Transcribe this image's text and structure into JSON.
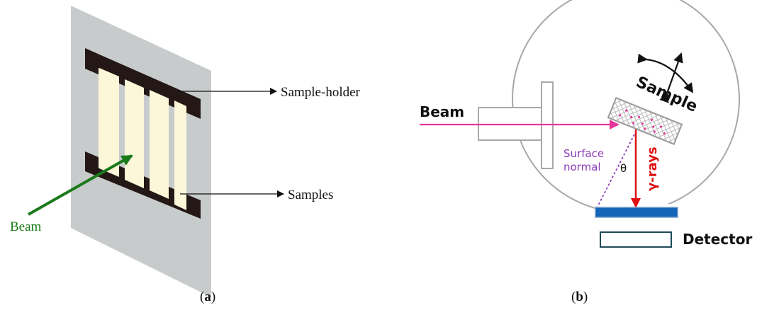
{
  "panel_a": {
    "caption_letter": "a",
    "holder_label": "Sample-holder",
    "samples_label": "Samples",
    "beam_label": "Beam",
    "colors": {
      "holder_plate": "#c8cbcb",
      "bars": "#231815",
      "sample_strips": "#fdf7da",
      "beam_arrow": "#1a7a1a",
      "beam_text": "#1a7a1a"
    }
  },
  "panel_b": {
    "caption_letter": "b",
    "beam_label": "Beam",
    "sample_label": "Sample",
    "surface_normal_label": "Surface\nnormal",
    "surface_normal_line1": "Surface",
    "surface_normal_line2": "normal",
    "theta_label": "θ",
    "gamma_label": "γ-rays",
    "detector_label": "Detector",
    "colors": {
      "chamber_outline": "#a8a8a8",
      "beam_arrow": "#e8359a",
      "gamma_arrow": "#e01010",
      "gamma_text": "#e01010",
      "normal_line": "#8a3ab8",
      "normal_text": "#8a3ab8",
      "detector_window": "#1565b8",
      "detector_box": "#1f4a5a",
      "sample_dots": "#e8359a"
    }
  }
}
